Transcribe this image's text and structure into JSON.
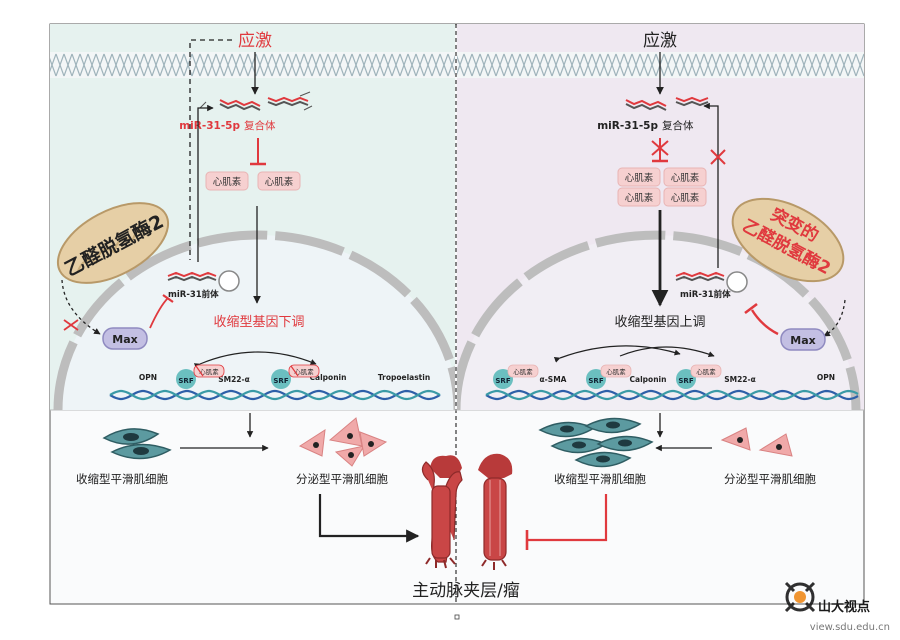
{
  "left": {
    "stress": "应激",
    "mir_name": "miR-31-5p",
    "mir_complex": "复合体",
    "myocardin_1": "心肌素",
    "myocardin_2": "心肌素",
    "aldh2": "乙醛脱氢酶2",
    "pre_mir": "miR-31前体",
    "max": "Max",
    "gene_down": "收缩型基因下调",
    "srf": "SRF",
    "myocardin_small": "心肌素",
    "genes": [
      "OPN",
      "SM22-α",
      "Calponin",
      "Tropoelastin"
    ],
    "contractile_cells": "收缩型平滑肌细胞",
    "secretory_cells": "分泌型平滑肌细胞"
  },
  "right": {
    "stress": "应激",
    "mir_name": "miR-31-5p",
    "mir_complex": "复合体",
    "myocardin": [
      "心肌素",
      "心肌素",
      "心肌素",
      "心肌素"
    ],
    "aldh2_mut": [
      "突变的",
      "乙醛脱氢酶2"
    ],
    "pre_mir": "miR-31前体",
    "max": "Max",
    "gene_up": "收缩型基因上调",
    "srf": "SRF",
    "myocardin_small": "心肌素",
    "genes": [
      "α-SMA",
      "Calponin",
      "SM22-α",
      "OPN"
    ],
    "contractile_cells": "收缩型平滑肌细胞",
    "secretory_cells": "分泌型平滑肌细胞"
  },
  "aorta_label": "主动脉夹层/瘤",
  "watermark": {
    "name": "山大视点",
    "url": "view.sdu.edu.cn"
  },
  "colors": {
    "red": "#e0393e",
    "left_bg": "#e6f2ef",
    "right_bg": "#efe8f1",
    "nucleus": "#bdbdbd",
    "max": "#c3bfe3",
    "dna_blue": "#2d5fa8",
    "dna_teal": "#3a9aa6"
  }
}
